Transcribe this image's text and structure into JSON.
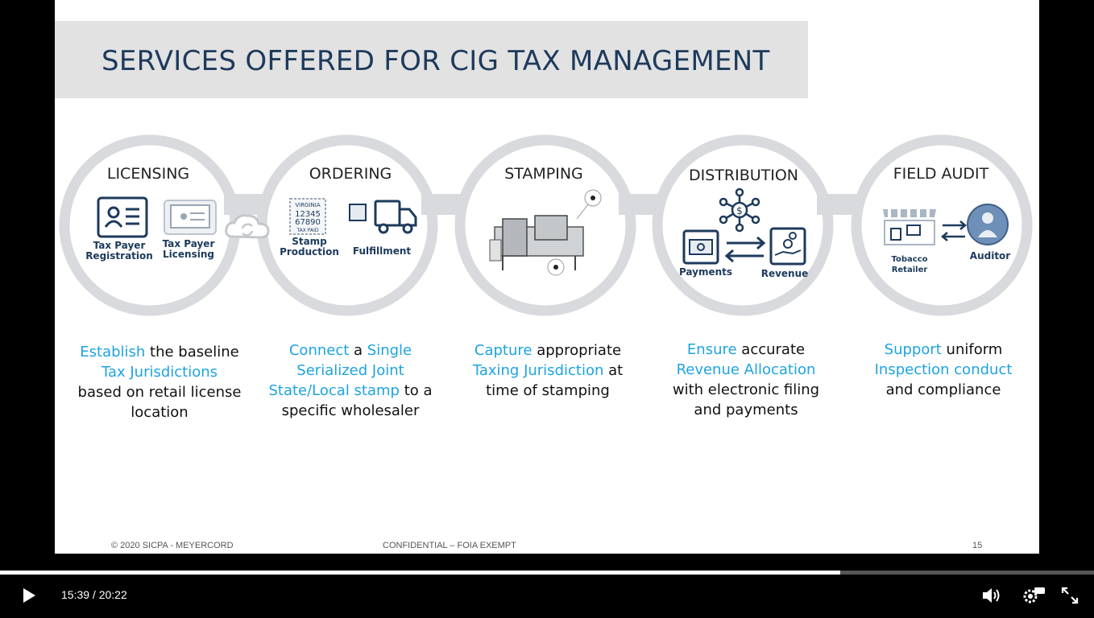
{
  "slide": {
    "title": "SERVICES OFFERED FOR CIG TAX MANAGEMENT",
    "sections": [
      {
        "label": "LICENSING",
        "icons": [
          "Tax Payer Registration",
          "Tax Payer Licensing"
        ]
      },
      {
        "label": "ORDERING",
        "icons": [
          "Stamp Production",
          "Fulfillment"
        ],
        "stamp_text": [
          "VIRGINIA",
          "12345",
          "67890",
          "TAX PAID"
        ]
      },
      {
        "label": "STAMPING"
      },
      {
        "label": "DISTRIBUTION",
        "icons": [
          "Payments",
          "Revenue"
        ]
      },
      {
        "label": "FIELD AUDIT",
        "icons": [
          "Tobacco Retailer",
          "Auditor"
        ]
      }
    ],
    "descriptions": {
      "d1": {
        "w1": "Establish",
        "t1": " the baseline",
        "w2": "Tax Jurisdictions",
        "t2": "based on retail license",
        "t3": "location"
      },
      "d2": {
        "w1": "Connect",
        "t1": " a ",
        "w2": "Single",
        "w3": "Serialized Joint",
        "w4": "State/Local stamp",
        "t2": " to a",
        "t3": "specific wholesaler"
      },
      "d3": {
        "w1": "Capture",
        "t1": " appropriate",
        "w2": "Taxing Jurisdiction",
        "t2": " at",
        "t3": "time of stamping"
      },
      "d4": {
        "w1": "Ensure",
        "t1": " accurate",
        "w2": "Revenue Allocation",
        "t2": "with electronic filing",
        "t3": "and payments"
      },
      "d5": {
        "w1": "Support",
        "t1": " uniform",
        "w2": "Inspection conduct",
        "t2": "and compliance"
      }
    },
    "footer": {
      "left": "© 2020 SICPA - MEYERCORD",
      "center": "CONFIDENTIAL – FOIA EXEMPT",
      "page": "15"
    }
  },
  "player": {
    "time_current": "15:39",
    "time_sep": " / ",
    "time_total": "20:22",
    "progress": 0.768
  }
}
